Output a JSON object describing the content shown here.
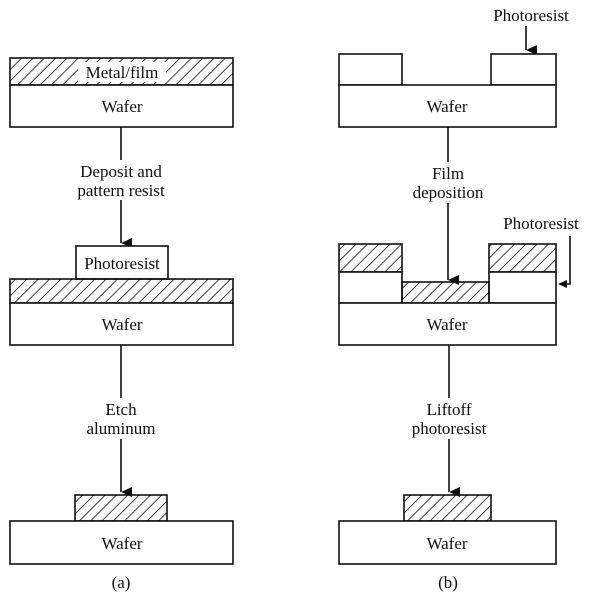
{
  "panel_a": {
    "top_film_label": "Metal/film",
    "wafer_1": "Wafer",
    "step_1_line1": "Deposit and",
    "step_1_line2": "pattern resist",
    "resist_label": "Photoresist",
    "wafer_2": "Wafer",
    "step_2_line1": "Etch",
    "step_2_line2": "aluminum",
    "wafer_3": "Wafer",
    "caption": "(a)"
  },
  "panel_b": {
    "top_resist_callout": "Photoresist",
    "wafer_1": "Wafer",
    "step_1_line1": "Film",
    "step_1_line2": "deposition",
    "mid_resist_callout": "Photoresist",
    "wafer_2": "Wafer",
    "step_2_line1": "Liftoff",
    "step_2_line2": "photoresist",
    "wafer_3": "Wafer",
    "caption": "(b)"
  }
}
